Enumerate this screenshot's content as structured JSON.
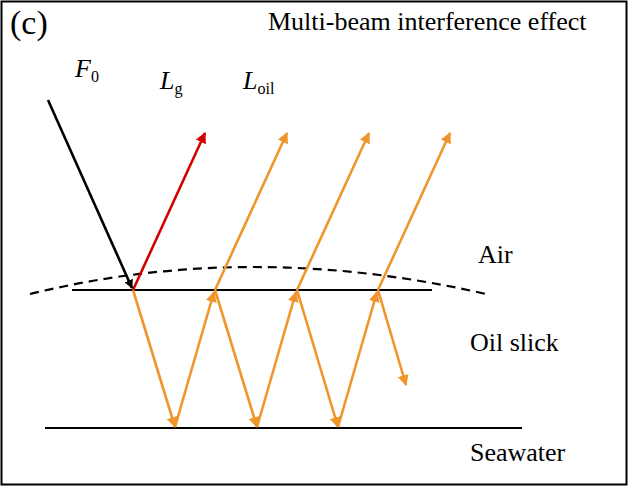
{
  "diagram": {
    "title": "Multi-beam interference effect",
    "labels": [
      "(c)",
      "F0",
      "Lg",
      "Loil",
      "Air",
      "Oil slick",
      "Seawater"
    ]
  }
}
